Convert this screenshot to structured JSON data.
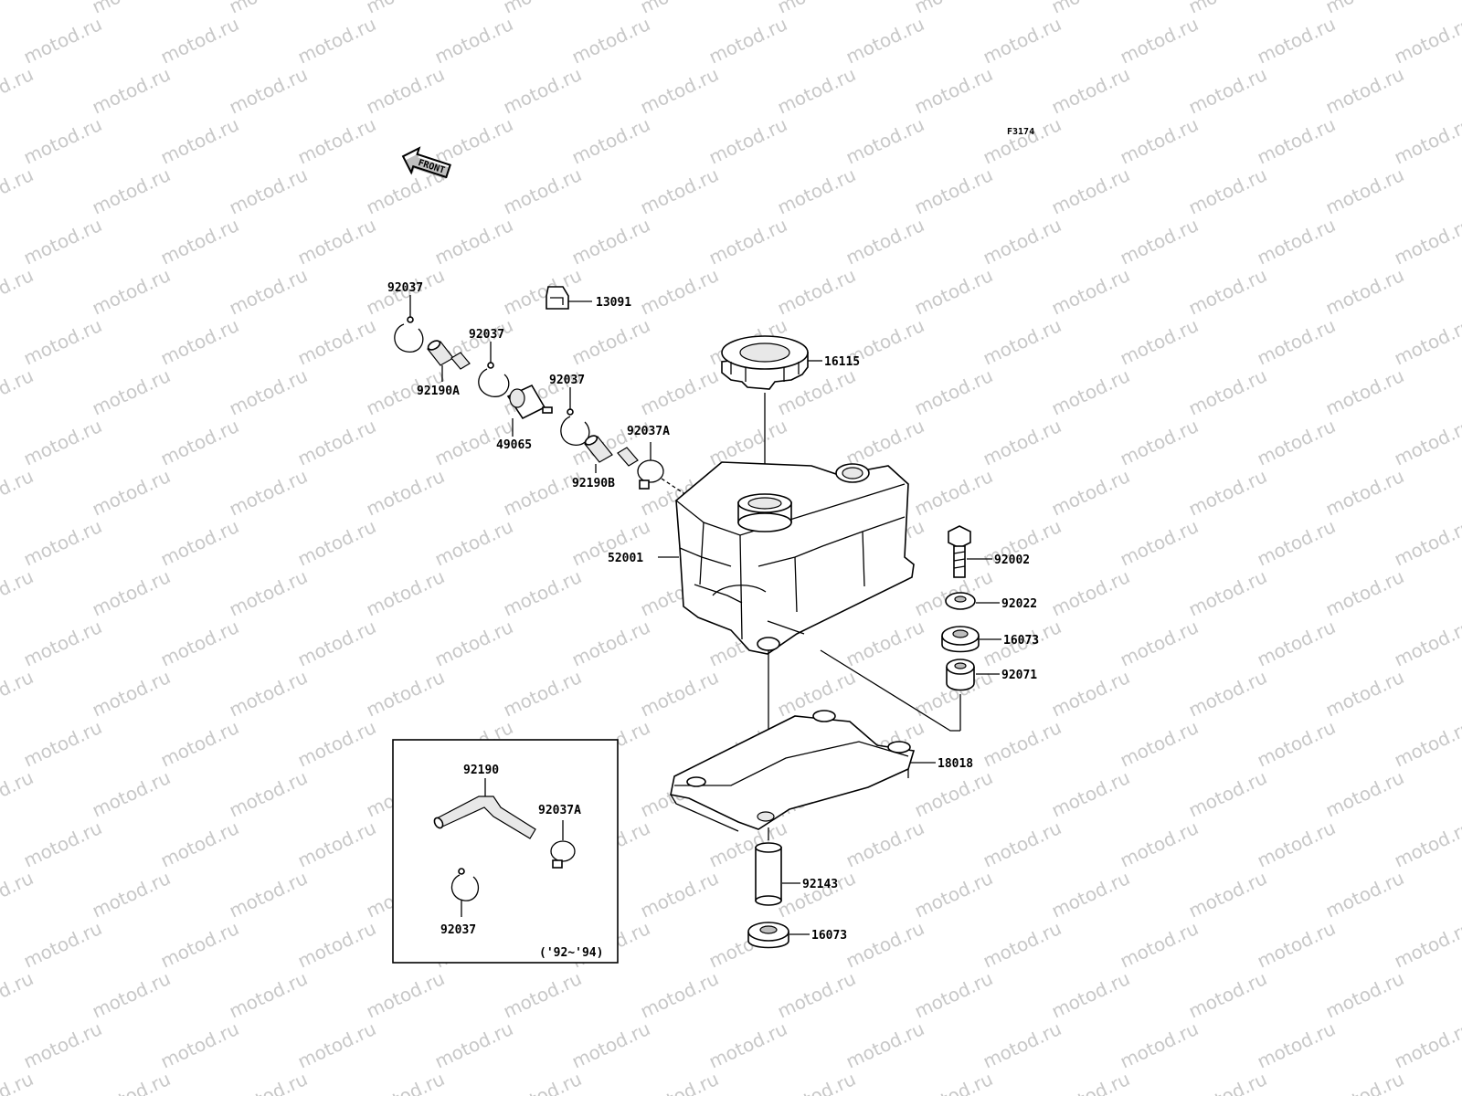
{
  "figure_code": "F3174",
  "front_label": "FRONT",
  "watermark": "motod.ru",
  "inset_note": "('92~'94)",
  "parts": {
    "p13091": "13091",
    "p92037_top": "92037",
    "p92037_mid": "92037",
    "p92037_right": "92037",
    "p92190A": "92190A",
    "p49065": "49065",
    "p92037A": "92037A",
    "p92190B": "92190B",
    "p16115": "16115",
    "p52001": "52001",
    "p92002": "92002",
    "p92022": "92022",
    "p16073_a": "16073",
    "p92071": "92071",
    "p18018": "18018",
    "p92143": "92143",
    "p16073_b": "16073",
    "inset_92190": "92190",
    "inset_92037A": "92037A",
    "inset_92037": "92037"
  }
}
